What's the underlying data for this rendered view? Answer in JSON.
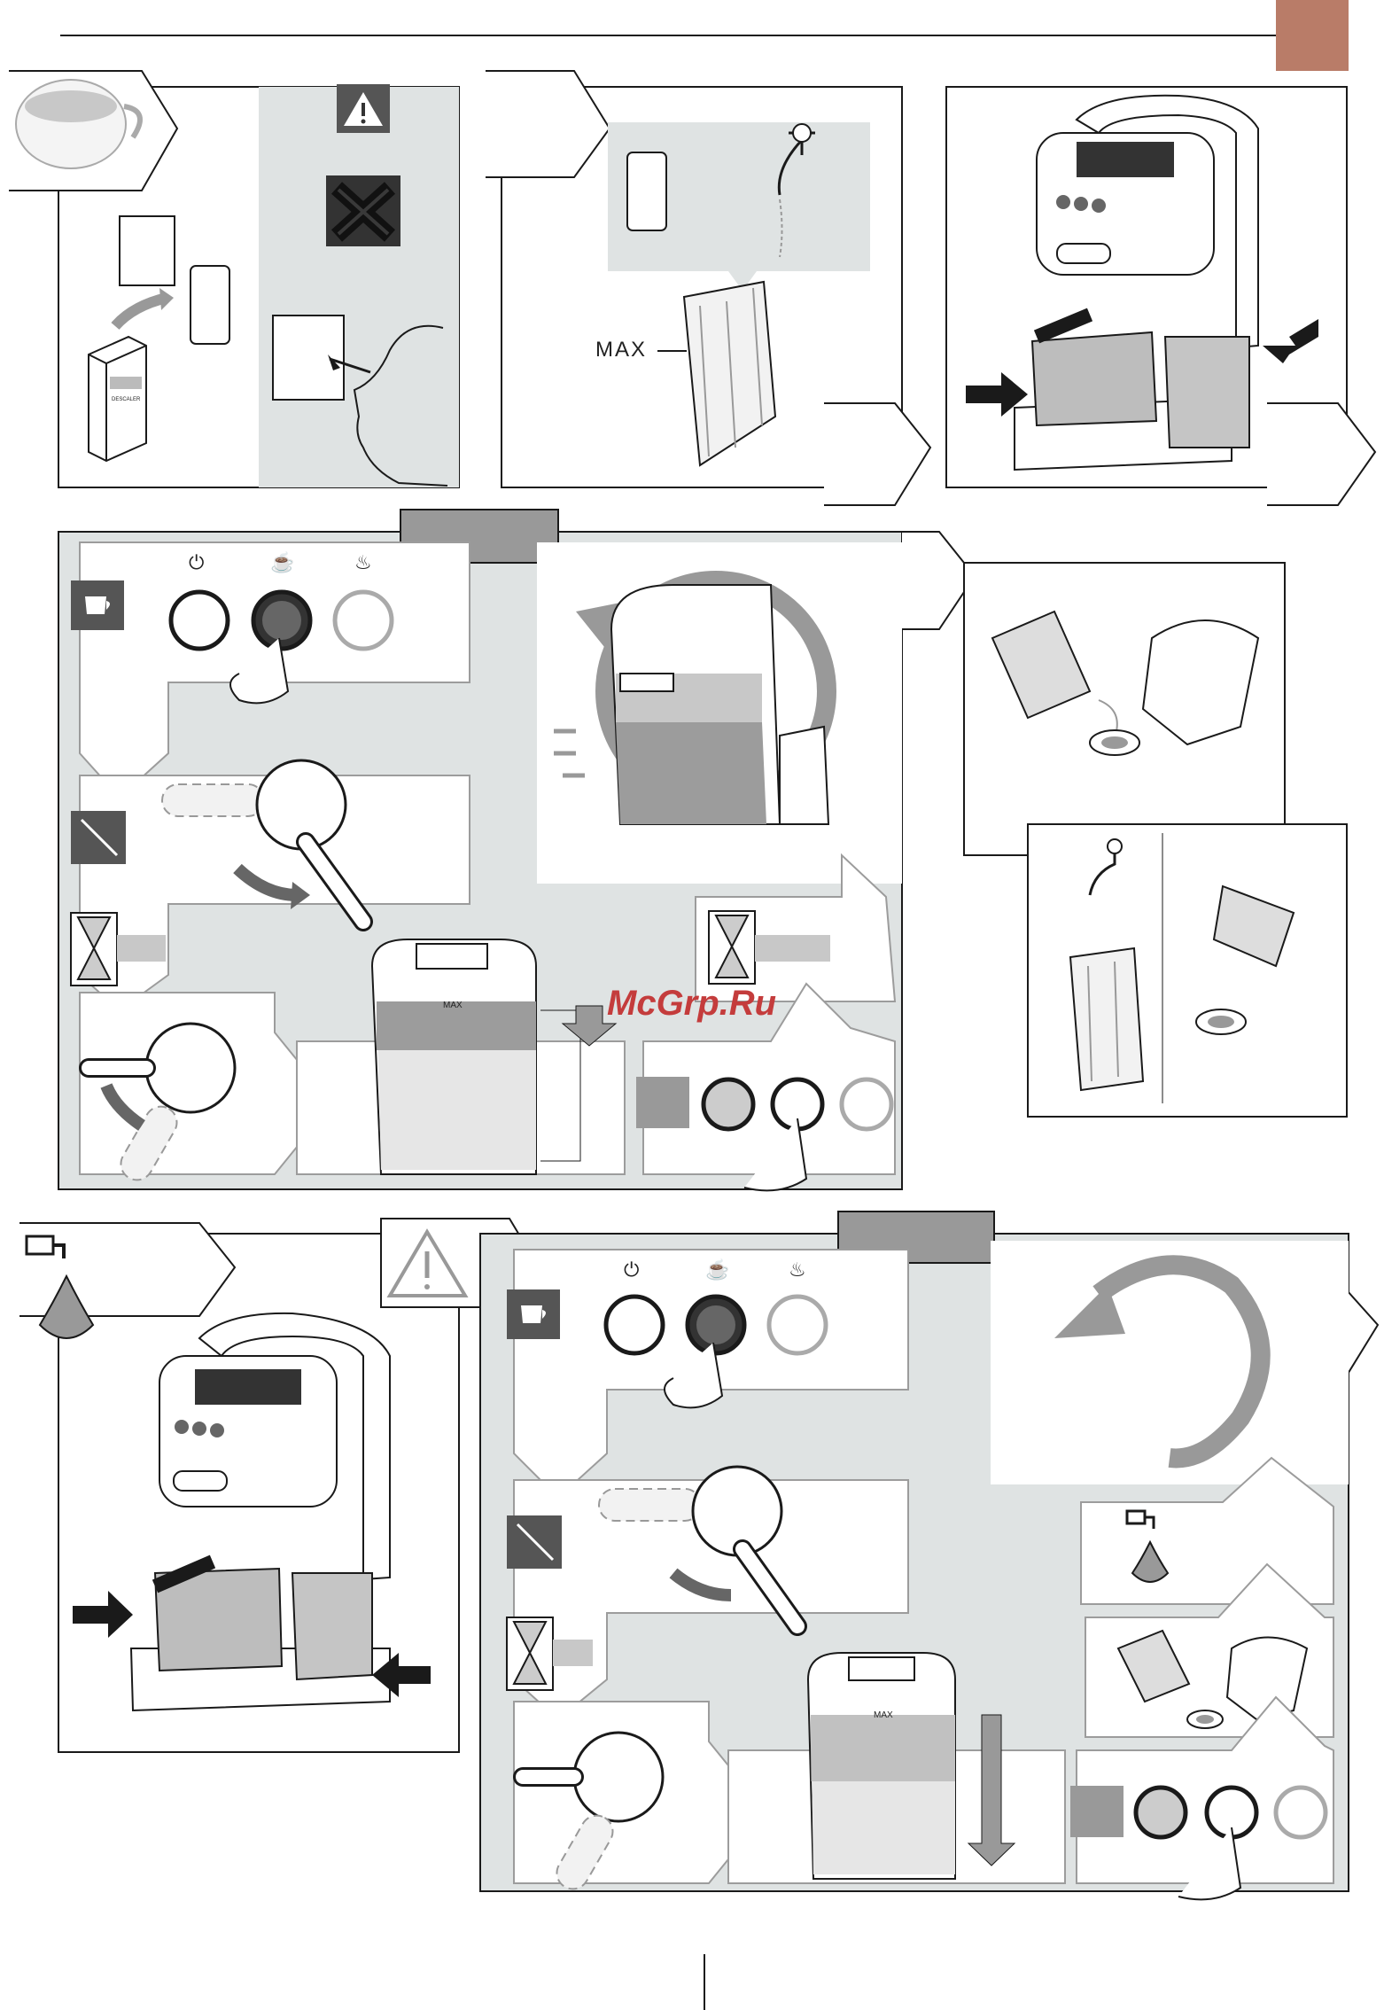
{
  "colors": {
    "panel_gray": "#dfe3e3",
    "light_gray": "#ecefef",
    "mid_gray": "#9c9c9c",
    "dark_gray": "#555555",
    "ink": "#1a1a1a",
    "corner_tab": "#b97c68",
    "watermark": "#c43c3c"
  },
  "labels": {
    "max_tank": "MAX",
    "max_small_1": "MAX",
    "max_small_2": "MAX",
    "descaler_box": "DESCALER"
  },
  "watermark": "McGrp.Ru",
  "icons": [
    "warning-triangle-icon",
    "forbidden-cross-icon",
    "water-tap-icon",
    "hourglass-icon",
    "coffee-cup-icon",
    "steam-icon",
    "power-icon",
    "water-drop-icon",
    "rotate-arrow-icon",
    "hand-press-icon",
    "sink-drain-icon"
  ]
}
